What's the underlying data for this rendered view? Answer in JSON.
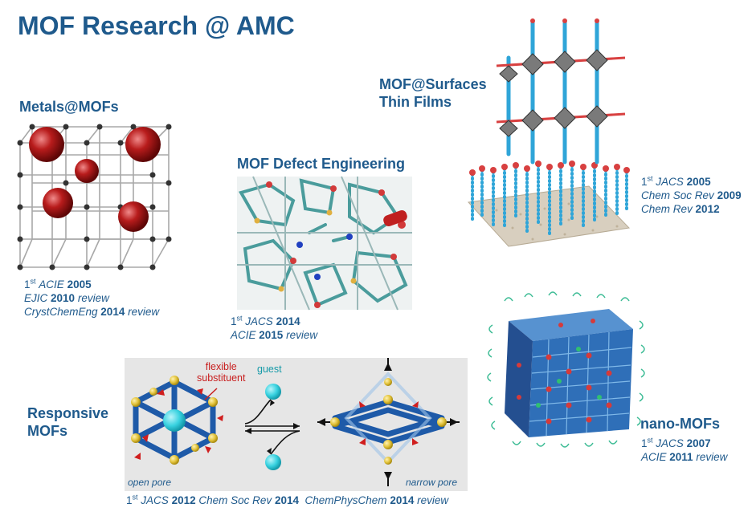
{
  "title": "MOF Research @ AMC",
  "sections": {
    "metals": {
      "heading": "Metals@MOFs",
      "refs": [
        {
          "sup": "st",
          "pre": "1",
          "journal": "ACIE",
          "year": "2005",
          "note": ""
        },
        {
          "sup": "",
          "pre": "",
          "journal": "EJIC",
          "year": "2010",
          "note": "review"
        },
        {
          "sup": "",
          "pre": "",
          "journal": "CrystChemEng",
          "year": "2014",
          "note": "review"
        }
      ]
    },
    "defect": {
      "heading": "MOF Defect Engineering",
      "refs": [
        {
          "sup": "st",
          "pre": "1",
          "journal": "JACS",
          "year": "2014",
          "note": ""
        },
        {
          "sup": "",
          "pre": "",
          "journal": "ACIE",
          "year": "2015",
          "note": "review"
        }
      ]
    },
    "surfaces": {
      "heading_line1": "MOF@Surfaces",
      "heading_line2": "Thin Films",
      "refs": [
        {
          "sup": "st",
          "pre": "1",
          "journal": "JACS",
          "year": "2005",
          "note": ""
        },
        {
          "sup": "",
          "pre": "",
          "journal": "Chem Soc Rev",
          "year": "2009",
          "note": ""
        },
        {
          "sup": "",
          "pre": "",
          "journal": "Chem Rev",
          "year": "2012",
          "note": ""
        }
      ]
    },
    "nano": {
      "heading": "nano-MOFs",
      "refs": [
        {
          "sup": "st",
          "pre": "1",
          "journal": "JACS",
          "year": "2007",
          "note": ""
        },
        {
          "sup": "",
          "pre": "",
          "journal": "ACIE",
          "year": "2011",
          "note": "review"
        }
      ]
    },
    "responsive": {
      "heading_line1": "Responsive",
      "heading_line2": "MOFs",
      "labels": {
        "flexible": "flexible",
        "substituent": "substituent",
        "guest": "guest",
        "open_pore": "open pore",
        "narrow_pore": "narrow pore"
      },
      "refs": [
        {
          "sup": "st",
          "pre": "1",
          "journal": "JACS",
          "year": "2012",
          "note": ""
        },
        {
          "sup": "",
          "pre": "",
          "journal": "Chem Soc Rev",
          "year": "2014",
          "note": ""
        },
        {
          "sup": "",
          "pre": "",
          "journal": "ChemPhysChem",
          "year": "2014",
          "note": "review"
        }
      ]
    }
  },
  "colors": {
    "heading": "#1f5a8c",
    "metal_sphere": "#b01c1c",
    "linker_blue": "#2e86c8",
    "substituent_red": "#c81e1e",
    "guest_cyan": "#38d2e0",
    "gold_node": "#e2c23a",
    "panel_gray": "#e6e6e6"
  }
}
